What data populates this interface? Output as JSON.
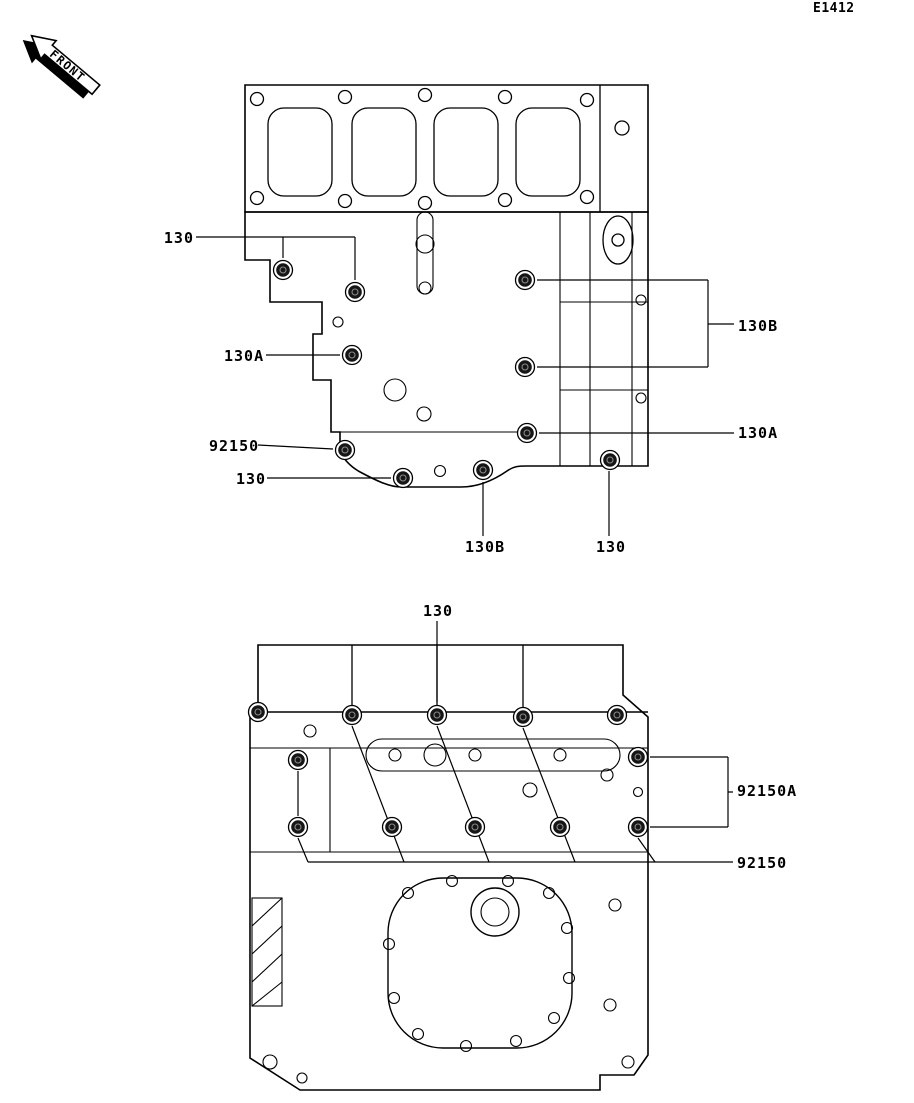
{
  "drawing_code": "E1412",
  "front_indicator": {
    "label": "FRONT"
  },
  "upper_view": {
    "callouts": {
      "c130_topleft": "130",
      "c130a_left": "130A",
      "c92150_left": "92150",
      "c130_bottomleft": "130",
      "c130b_right": "130B",
      "c130a_right": "130A",
      "c130b_bottom": "130B",
      "c130_bottom": "130"
    }
  },
  "lower_view": {
    "callouts": {
      "c130_top": "130",
      "c92150a_right": "92150A",
      "c92150_right": "92150"
    }
  },
  "colors": {
    "line": "#000000",
    "background": "#ffffff",
    "bolt": "#161616"
  }
}
